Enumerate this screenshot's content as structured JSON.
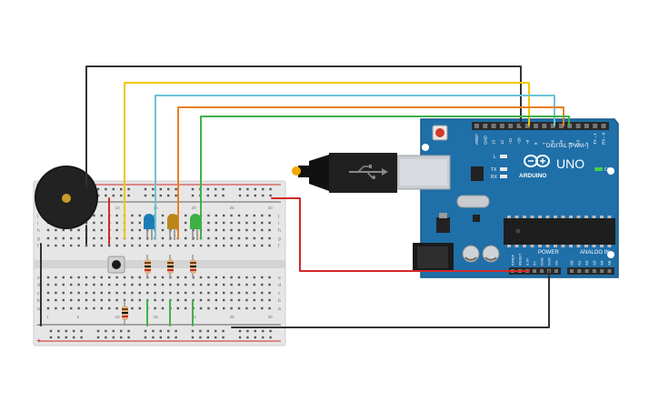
{
  "circuit": {
    "colors": {
      "board_blue": "#1f6fa8",
      "board_edge": "#165a8a",
      "breadboard": "#e6e6e6",
      "wire_black": "#333333",
      "wire_yellow": "#f2c500",
      "wire_cyan": "#6cc3d5",
      "wire_orange": "#e8801f",
      "wire_green": "#44b04a",
      "wire_red": "#d22a2a",
      "led_blue": "#1c7db5",
      "led_yellow": "#b88718",
      "led_green": "#3cb043"
    },
    "arduino": {
      "model": "UNO",
      "brand": "ARDUINO",
      "digital_label": "DIGITAL (PWM~)",
      "power_label": "POWER",
      "analog_label": "ANALOG IN",
      "on_label": "ON",
      "tx_label": "TX",
      "rx_label": "RX",
      "l_label": "L",
      "aref_label": "AREF",
      "gnd_label": "GND",
      "digital_pins": [
        "13",
        "12",
        "~11",
        "~10",
        "~9",
        "8",
        "7",
        "~6",
        "~5",
        "4",
        "~3",
        "2",
        "TX→1",
        "RX←0"
      ],
      "power_pins": [
        "IOREF",
        "RESET",
        "3.3V",
        "5V",
        "GND",
        "GND",
        "Vin"
      ],
      "analog_pins": [
        "A0",
        "A1",
        "A2",
        "A3",
        "A4",
        "A5"
      ]
    },
    "breadboard": {
      "row_letters_top": [
        "j",
        "i",
        "h",
        "g",
        "f"
      ],
      "row_letters_bottom": [
        "e",
        "d",
        "c",
        "b",
        "a"
      ],
      "column_numbers": [
        "1",
        "5",
        "10",
        "15",
        "20",
        "25",
        "30"
      ],
      "rail_plus": "+",
      "rail_minus": "−"
    },
    "components": {
      "buzzer": "piezo-buzzer",
      "button": "pushbutton",
      "leds": [
        "blue",
        "yellow",
        "green"
      ],
      "resistors": 4,
      "usb": "usb-cable"
    }
  }
}
